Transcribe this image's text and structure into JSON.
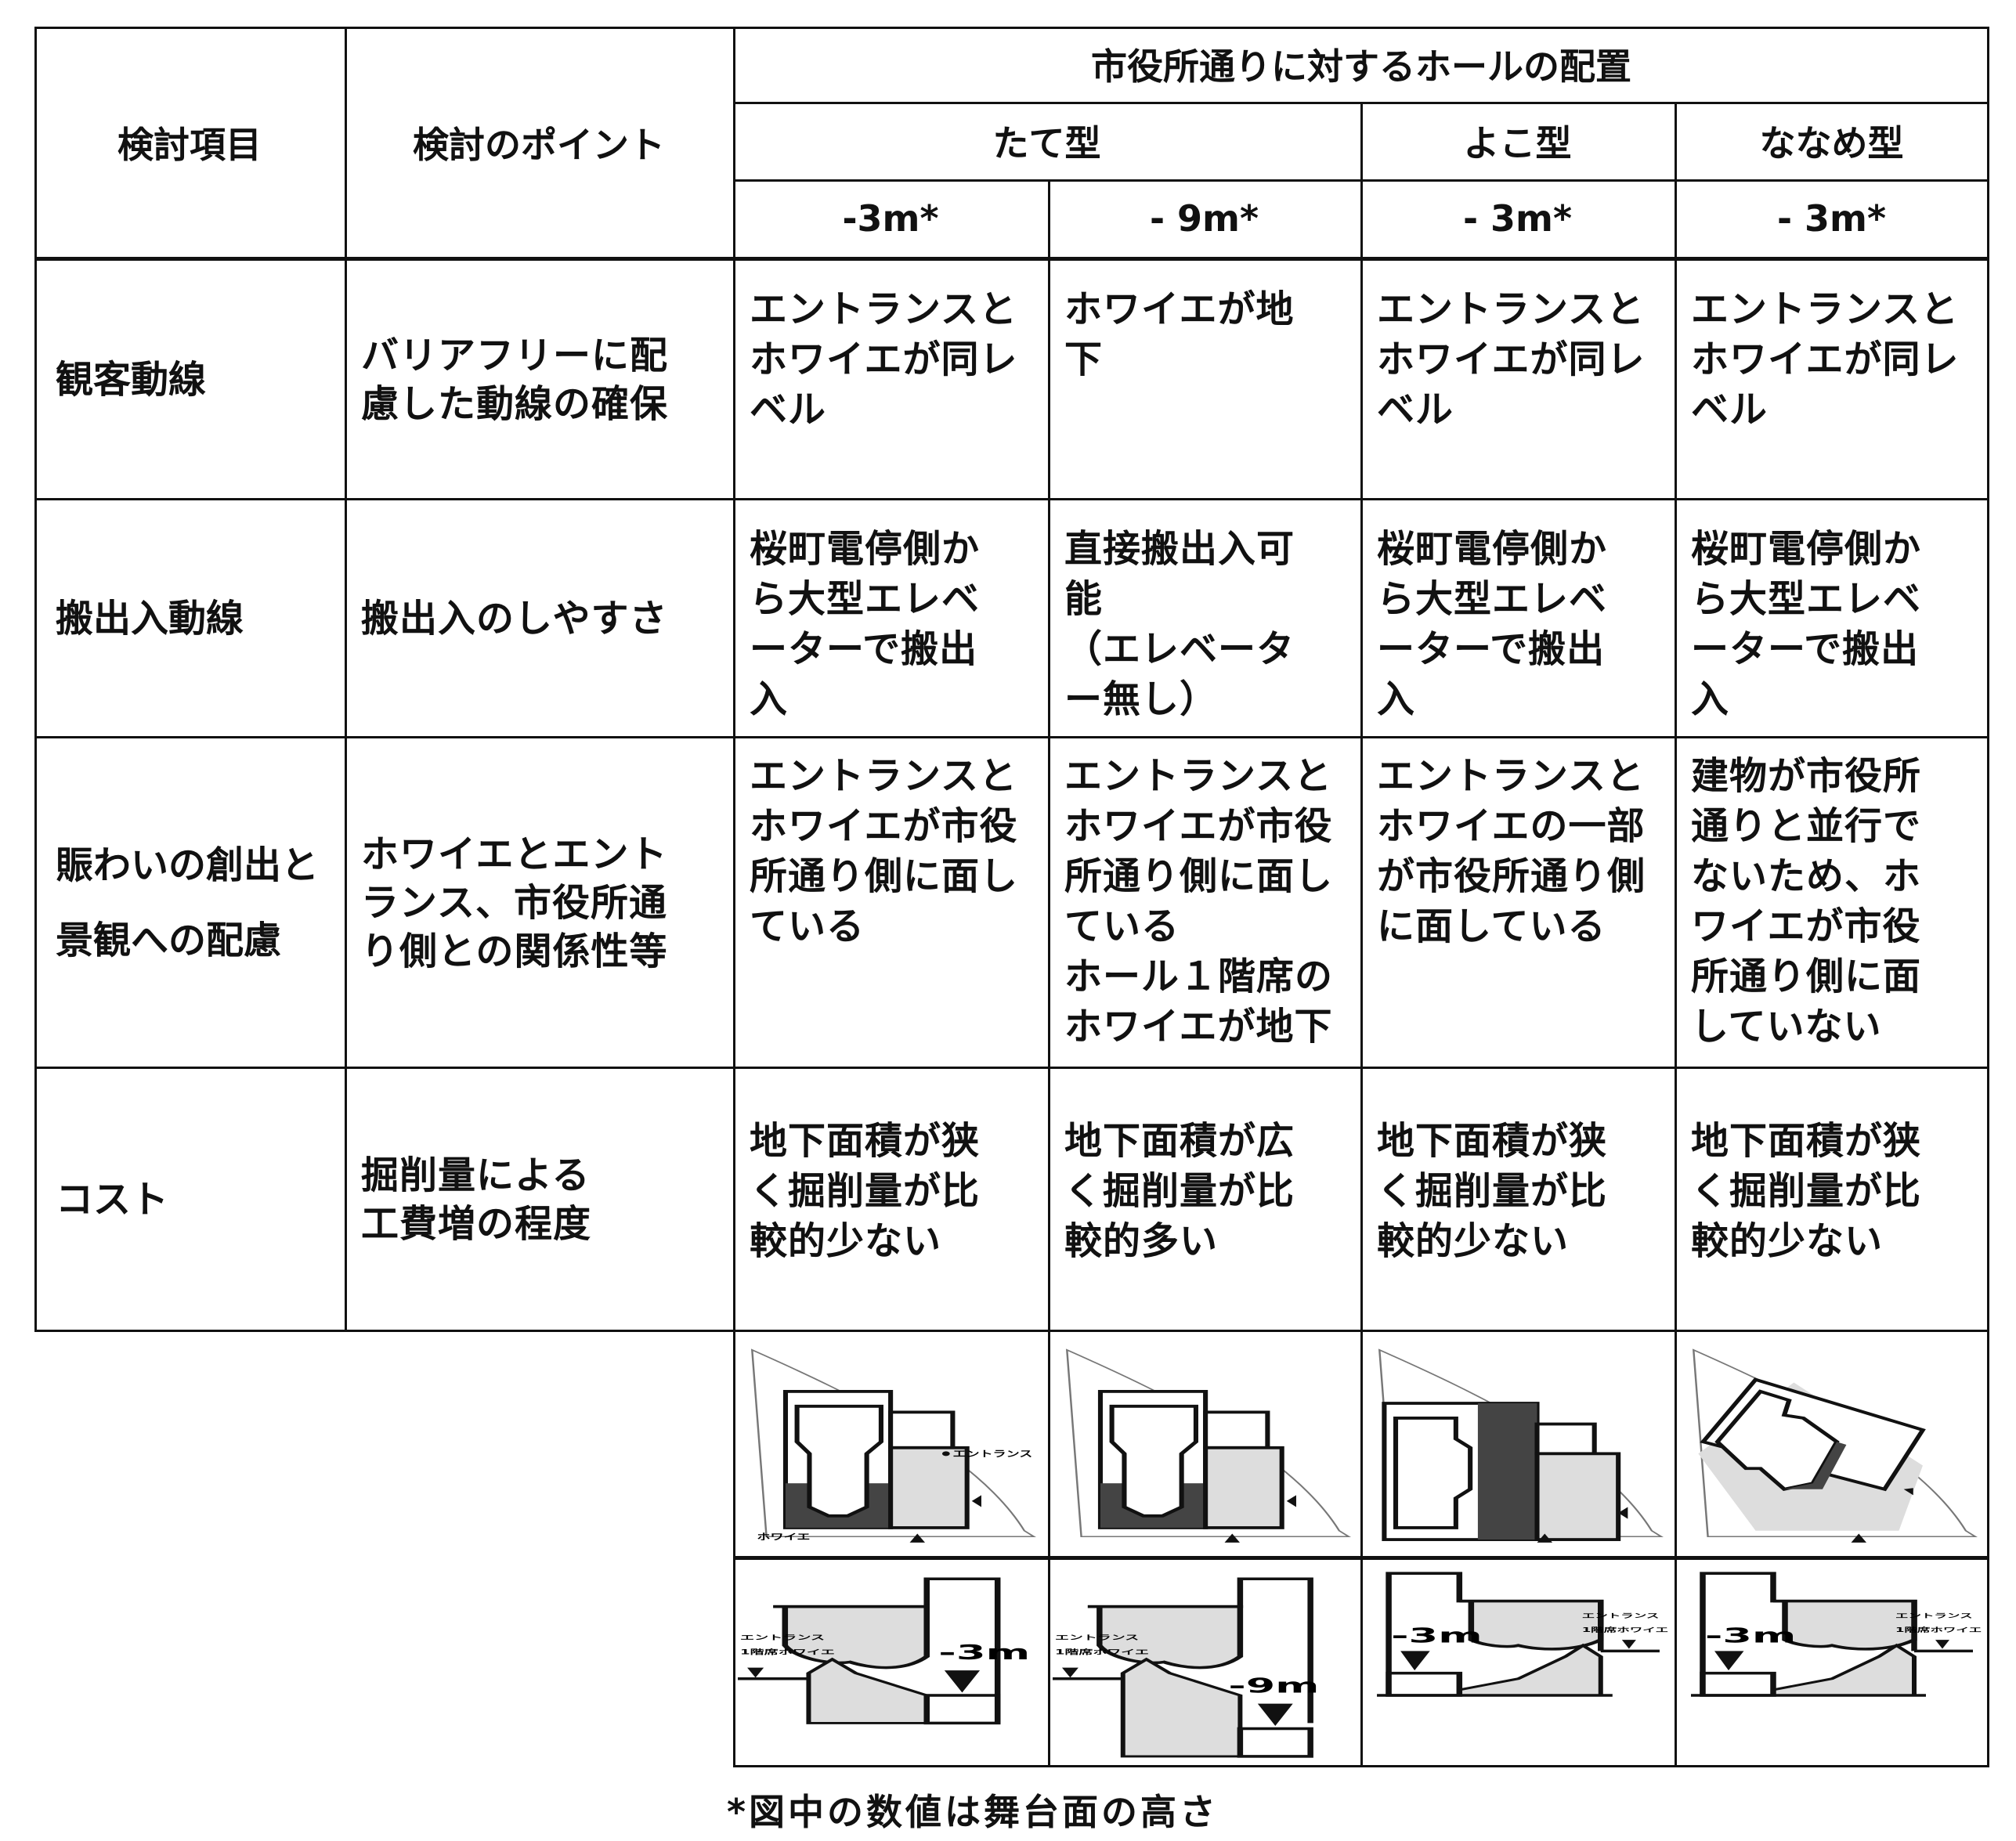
{
  "header": {
    "item": "検討項目",
    "point": "検討のポイント",
    "group": "市役所通りに対するホールの配置",
    "types": [
      "たて型",
      "よこ型",
      "ななめ型"
    ],
    "depths": [
      "-3m*",
      "- 9m*",
      "- 3m*",
      "- 3m*"
    ]
  },
  "rows": [
    {
      "item": "観客動線",
      "point": "バリアフリーに配\n慮した動線の確保",
      "cells": [
        "エントランスと\nホワイエが同レ\nベル",
        "ホワイエが地\n下",
        "エントランスと\nホワイエが同レ\nベル",
        "エントランスと\nホワイエが同レ\nベル"
      ]
    },
    {
      "item": "搬出入動線",
      "point": "搬出入のしやすさ",
      "cells": [
        "桜町電停側か\nら大型エレベ\nーターで搬出\n入",
        "直接搬出入可\n能\n（エレベータ\nー無し）",
        "桜町電停側か\nら大型エレベ\nーターで搬出\n入",
        "桜町電停側か\nら大型エレベ\nーターで搬出\n入"
      ]
    },
    {
      "item": "賑わいの創出と\n景観への配慮",
      "point": "ホワイエとエント\nランス、市役所通\nり側との関係性等",
      "cells": [
        "エントランスと\nホワイエが市役\n所通り側に面し\nている",
        "エントランスと\nホワイエが市役\n所通り側に面し\nている\nホール１階席の\nホワイエが地下",
        "エントランスと\nホワイエの一部\nが市役所通り側\nに面している",
        "建物が市役所\n通りと並行で\nないため、ホ\nワイエが市役\n所通り側に面\nしていない"
      ]
    },
    {
      "item": "コスト",
      "point": "掘削量による\n工費増の程度",
      "cells": [
        "地下面積が狭\nく掘削量が比\n較的少ない",
        "地下面積が広\nく掘削量が比\n較的多い",
        "地下面積が狭\nく掘削量が比\n較的少ない",
        "地下面積が狭\nく掘削量が比\n較的少ない"
      ]
    }
  ],
  "figures": {
    "entrance": "エントランス",
    "foyer": "ホワイエ",
    "foyer_1f": "1階席ホワイエ",
    "levels": [
      "-3m",
      "-9m",
      "-3m",
      "-3m"
    ]
  },
  "footnote": "*図中の数値は舞台面の高さ"
}
